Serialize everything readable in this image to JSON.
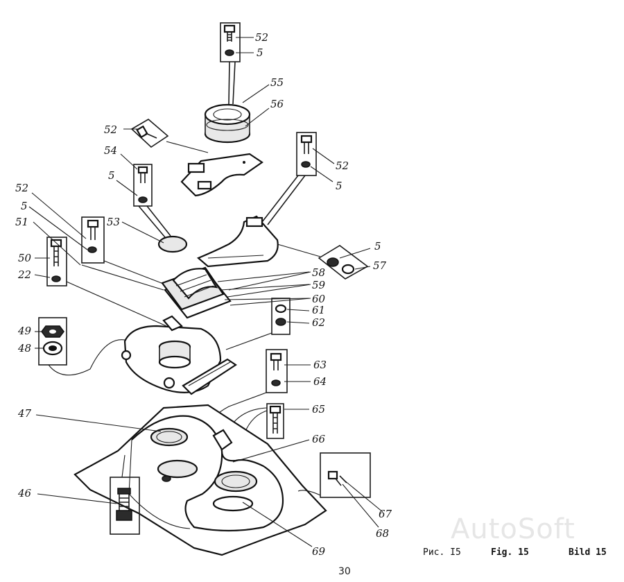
{
  "parts": {
    "p52_top": "52",
    "p5_top": "5",
    "p55": "55",
    "p56": "56",
    "p52_left": "52",
    "p54": "54",
    "p5_mid": "5",
    "p52_right": "52",
    "p5_right": "5",
    "p52_a": "52",
    "p5_a": "5",
    "p51": "51",
    "p53": "53",
    "p50": "50",
    "p22": "22",
    "p5_b": "5",
    "p57": "57",
    "p58": "58",
    "p59": "59",
    "p60": "60",
    "p61": "61",
    "p62": "62",
    "p49": "49",
    "p48": "48",
    "p63": "63",
    "p64": "64",
    "p65": "65",
    "p47": "47",
    "p66": "66",
    "p46": "46",
    "p67": "67",
    "p68": "68",
    "p69": "69"
  },
  "captions": {
    "ru": "Рис. I5",
    "en": "Fig. 15",
    "de": "Bild 15"
  },
  "page_number": "30",
  "watermark": "AutoSoft"
}
